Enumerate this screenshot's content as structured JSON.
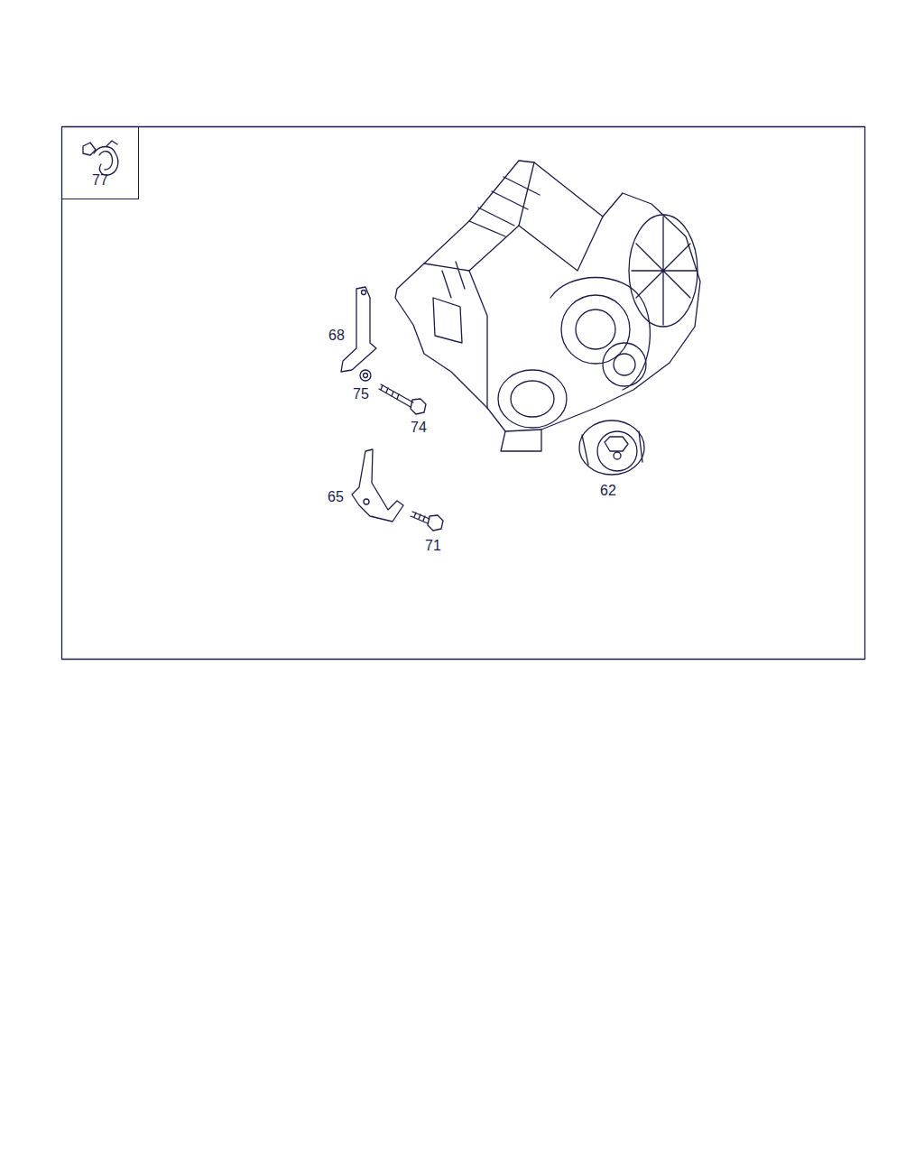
{
  "diagram": {
    "nodes": [
      {
        "text": [
          "77"
        ]
      }
    ],
    "labels": [
      "68",
      "75",
      "74",
      "65",
      "71",
      "62"
    ]
  }
}
